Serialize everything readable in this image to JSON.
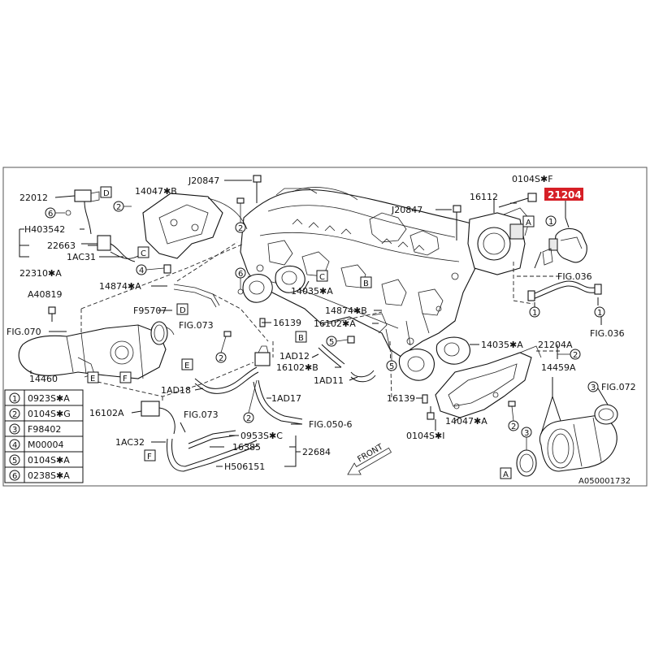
{
  "diagram": {
    "figure_code": "A050001732",
    "front_label": "FRONT",
    "highlighted_part": "21204",
    "labels": [
      {
        "id": "l-22012",
        "text": "22012"
      },
      {
        "id": "l-h403542",
        "text": "H403542"
      },
      {
        "id": "l-22663",
        "text": "22663"
      },
      {
        "id": "l-1ac31",
        "text": "1AC31"
      },
      {
        "id": "l-22310a",
        "text": "22310✱A"
      },
      {
        "id": "l-14047b",
        "text": "14047✱B"
      },
      {
        "id": "l-j20847a",
        "text": "J20847"
      },
      {
        "id": "l-j20847b",
        "text": "J20847"
      },
      {
        "id": "l-0104sf",
        "text": "0104S✱F"
      },
      {
        "id": "l-16112",
        "text": "16112"
      },
      {
        "id": "l-14874a",
        "text": "14874✱A"
      },
      {
        "id": "l-a40819",
        "text": "A40819"
      },
      {
        "id": "l-f95707",
        "text": "F95707"
      },
      {
        "id": "l-fig070",
        "text": "FIG.070"
      },
      {
        "id": "l-fig073a",
        "text": "FIG.073"
      },
      {
        "id": "l-14035a1",
        "text": "14035✱A"
      },
      {
        "id": "l-16139a",
        "text": "16139"
      },
      {
        "id": "l-14874b",
        "text": "14874✱B"
      },
      {
        "id": "l-16102a1",
        "text": "16102✱A"
      },
      {
        "id": "l-1ad12",
        "text": "1AD12"
      },
      {
        "id": "l-16102b",
        "text": "16102✱B"
      },
      {
        "id": "l-1ad11",
        "text": "1AD11"
      },
      {
        "id": "l-14035a2",
        "text": "14035✱A"
      },
      {
        "id": "l-21204a",
        "text": "21204A"
      },
      {
        "id": "l-fig036a",
        "text": "FIG.036"
      },
      {
        "id": "l-fig036b",
        "text": "FIG.036"
      },
      {
        "id": "l-14460",
        "text": "14460"
      },
      {
        "id": "l-1ad18",
        "text": "1AD18"
      },
      {
        "id": "l-1ad17",
        "text": "1AD17"
      },
      {
        "id": "l-16102a2",
        "text": "16102A"
      },
      {
        "id": "l-fig073b",
        "text": "FIG.073"
      },
      {
        "id": "l-0953sc",
        "text": "0953S✱C"
      },
      {
        "id": "l-fig0506",
        "text": "FIG.050-6"
      },
      {
        "id": "l-1ac32",
        "text": "1AC32"
      },
      {
        "id": "l-16385",
        "text": "16385"
      },
      {
        "id": "l-22684",
        "text": "22684"
      },
      {
        "id": "l-h506151",
        "text": "H506151"
      },
      {
        "id": "l-16139b",
        "text": "16139"
      },
      {
        "id": "l-14047a",
        "text": "14047✱A"
      },
      {
        "id": "l-0104si",
        "text": "0104S✱I"
      },
      {
        "id": "l-14459a",
        "text": "14459A"
      },
      {
        "id": "l-fig072",
        "text": "FIG.072"
      }
    ],
    "markers": [
      {
        "id": "m-d1",
        "text": "D"
      },
      {
        "id": "m-c1",
        "text": "C"
      },
      {
        "id": "m-a1",
        "text": "A"
      },
      {
        "id": "m-c2",
        "text": "C"
      },
      {
        "id": "m-b1",
        "text": "B"
      },
      {
        "id": "m-d2",
        "text": "D"
      },
      {
        "id": "m-b2",
        "text": "B"
      },
      {
        "id": "m-e1",
        "text": "E"
      },
      {
        "id": "m-e2",
        "text": "E"
      },
      {
        "id": "m-f1",
        "text": "F"
      },
      {
        "id": "m-f2",
        "text": "F"
      },
      {
        "id": "m-a2",
        "text": "A"
      }
    ],
    "callouts": [
      {
        "id": "c-6a",
        "text": "6"
      },
      {
        "id": "c-2a",
        "text": "2"
      },
      {
        "id": "c-2b",
        "text": "2"
      },
      {
        "id": "c-4a",
        "text": "4"
      },
      {
        "id": "c-6b",
        "text": "6"
      },
      {
        "id": "c-2c",
        "text": "2"
      },
      {
        "id": "c-1a",
        "text": "1"
      },
      {
        "id": "c-1b",
        "text": "1"
      },
      {
        "id": "c-1c",
        "text": "1"
      },
      {
        "id": "c-2d",
        "text": "2"
      },
      {
        "id": "c-5a",
        "text": "5"
      },
      {
        "id": "c-5b",
        "text": "5"
      },
      {
        "id": "c-2e",
        "text": "2"
      },
      {
        "id": "c-2f",
        "text": "2"
      },
      {
        "id": "c-3a",
        "text": "3"
      },
      {
        "id": "c-3b",
        "text": "3"
      }
    ],
    "legend": [
      {
        "num": "1",
        "code": "0923S✱A"
      },
      {
        "num": "2",
        "code": "0104S✱G"
      },
      {
        "num": "3",
        "code": "F98402"
      },
      {
        "num": "4",
        "code": "M00004"
      },
      {
        "num": "5",
        "code": "0104S✱A"
      },
      {
        "num": "6",
        "code": "0238S✱A"
      }
    ]
  }
}
